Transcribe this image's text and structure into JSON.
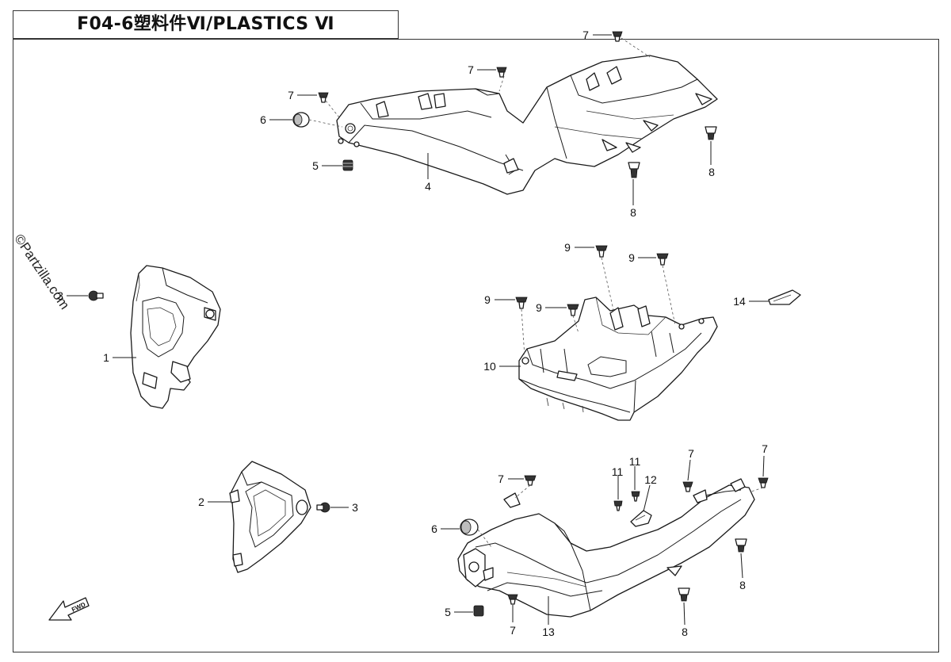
{
  "title": "F04-6塑料件Ⅵ/PLASTICS Ⅵ",
  "watermark": "©Partzilla.com",
  "fwd_label": "FWD",
  "callouts": [
    {
      "id": "c-7a",
      "label": "7"
    },
    {
      "id": "c-7b",
      "label": "7"
    },
    {
      "id": "c-7c",
      "label": "7"
    },
    {
      "id": "c-6a",
      "label": "6"
    },
    {
      "id": "c-5a",
      "label": "5"
    },
    {
      "id": "c-4",
      "label": "4"
    },
    {
      "id": "c-8a",
      "label": "8"
    },
    {
      "id": "c-8b",
      "label": "8"
    },
    {
      "id": "c-3a",
      "label": "3"
    },
    {
      "id": "c-1",
      "label": "1"
    },
    {
      "id": "c-9a",
      "label": "9"
    },
    {
      "id": "c-9b",
      "label": "9"
    },
    {
      "id": "c-9c",
      "label": "9"
    },
    {
      "id": "c-9d",
      "label": "9"
    },
    {
      "id": "c-14",
      "label": "14"
    },
    {
      "id": "c-10",
      "label": "10"
    },
    {
      "id": "c-2",
      "label": "2"
    },
    {
      "id": "c-3b",
      "label": "3"
    },
    {
      "id": "c-7d",
      "label": "7"
    },
    {
      "id": "c-11a",
      "label": "11"
    },
    {
      "id": "c-11b",
      "label": "11"
    },
    {
      "id": "c-12",
      "label": "12"
    },
    {
      "id": "c-7e",
      "label": "7"
    },
    {
      "id": "c-7f",
      "label": "7"
    },
    {
      "id": "c-6b",
      "label": "6"
    },
    {
      "id": "c-8c",
      "label": "8"
    },
    {
      "id": "c-5b",
      "label": "5"
    },
    {
      "id": "c-7g",
      "label": "7"
    },
    {
      "id": "c-13",
      "label": "13"
    },
    {
      "id": "c-8d",
      "label": "8"
    }
  ]
}
